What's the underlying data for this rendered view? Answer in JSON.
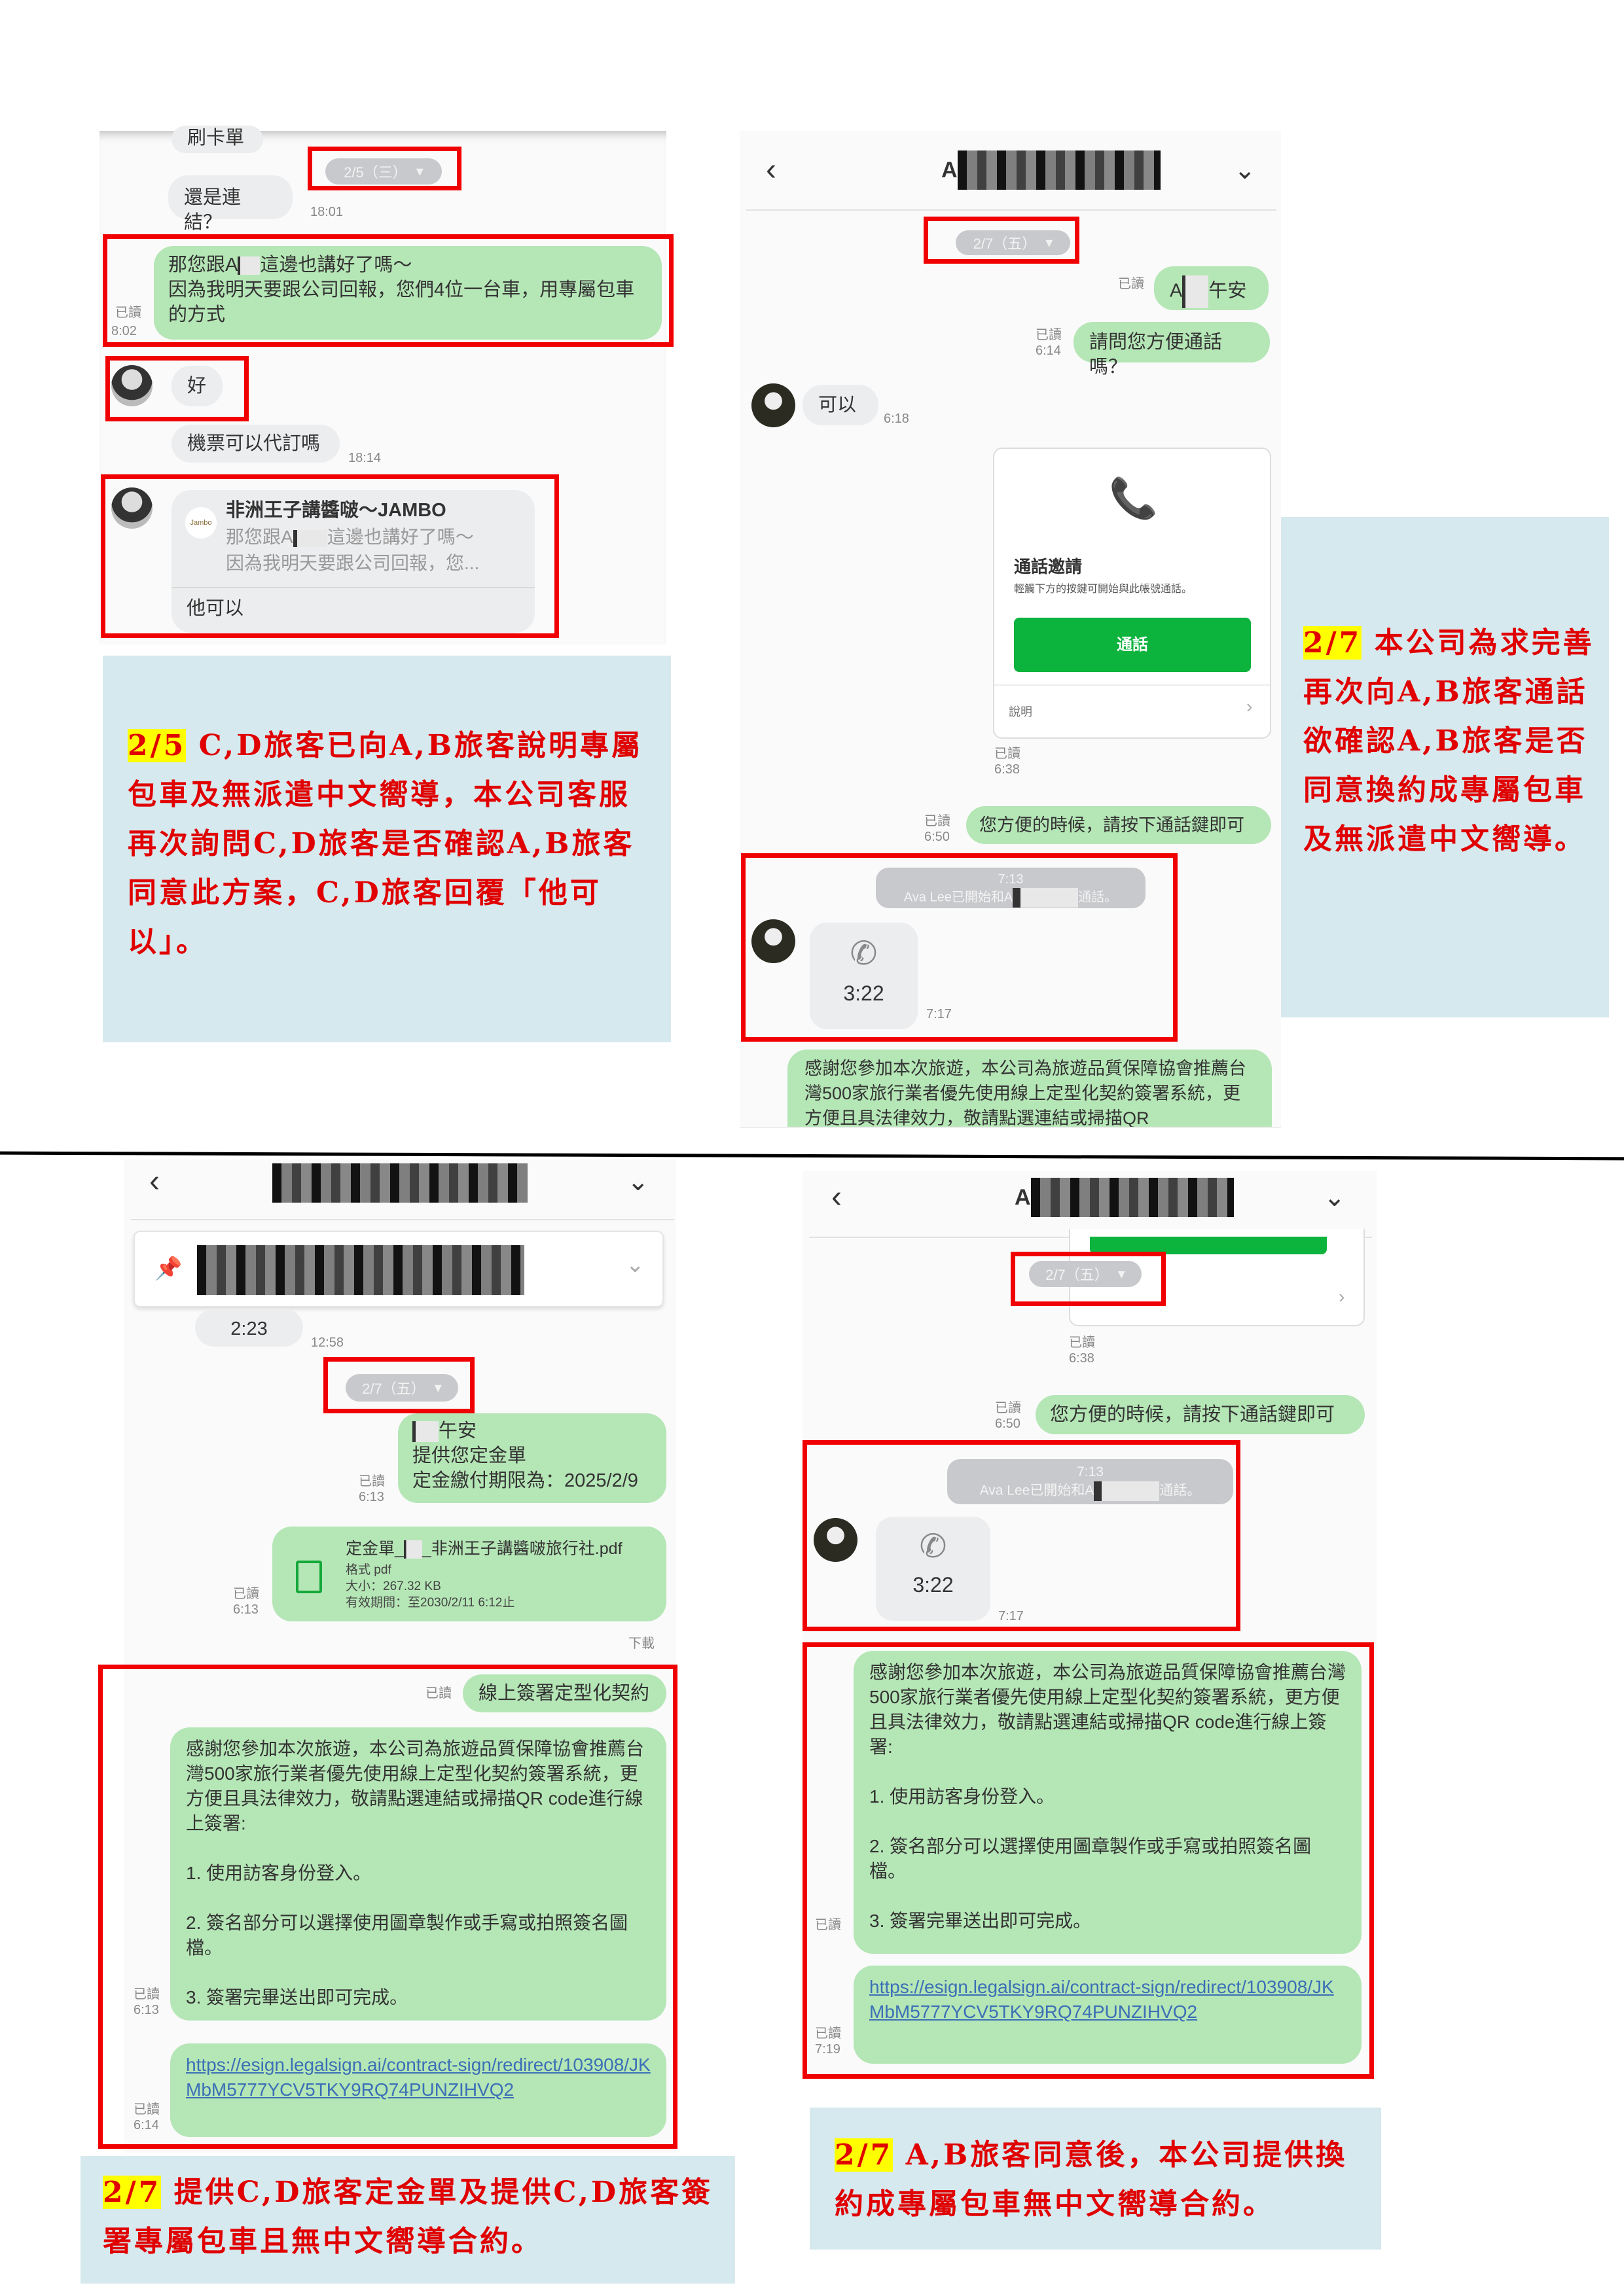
{
  "panel1": {
    "prev_bubble": "刷卡單",
    "date_pill": "2/5（三）",
    "msg_link_question": "還是連結？",
    "time_1801": "18:01",
    "green_line1_pre": "那您跟A",
    "green_line1_post": "這邊也講好了嗎～",
    "green_line2": "因為我明天要跟公司回報，您們4位一台車，用專屬包車的方式",
    "read": "已讀",
    "time_1802": "8:02",
    "reply_ok": "好",
    "msg_ticket": "機票可以代訂嗎",
    "time_1814": "18:14",
    "quote_title": "非洲王子講醬啵～JAMBO",
    "quote_logo": "Jambo",
    "quote_line1_pre": "那您跟A",
    "quote_line1_post": "這邊也講好了嗎～",
    "quote_line2": "因為我明天要跟公司回報，您...",
    "reply_text": "他可以"
  },
  "note1": {
    "date": "2/5",
    "text": " C,D旅客已向A,B旅客說明專屬包車及無派遣中文嚮導，本公司客服再次詢問C,D旅客是否確認A,B旅客同意此方案，C,D旅客回覆「他可以」。"
  },
  "panel2": {
    "title_prefix": "A",
    "date_pill": "2/7（五）",
    "read": "已讀",
    "greet_prefix": "A",
    "greet_suffix": "午安",
    "msg_call_ask": "請問您方便通話嗎？",
    "time_614": "6:14",
    "reply_ok": "可以",
    "time_618": "6:18",
    "invite_title": "通話邀請",
    "invite_desc": "輕觸下方的按鍵可開始與此帳號通話。",
    "invite_button": "通話",
    "invite_help": "說明",
    "time_638": "6:38",
    "msg_press_call": "您方便的時候，請按下通話鍵即可",
    "time_650": "6:50",
    "sys_time": "7:13",
    "sys_text_pre": "Ava Lee已開始和A",
    "sys_text_post": "通話。",
    "call_duration": "3:22",
    "time_717": "7:17",
    "contract_msg": "感謝您參加本次旅遊，本公司為旅遊品質保障協會推薦台灣500家旅行業者優先使用線上定型化契約簽署系統，更方便且具法律效力，敬請點選連結或掃描QR"
  },
  "note2": {
    "date": "2/7",
    "text": " 本公司為求完善再次向A,B旅客通話欲確認A,B旅客是否同意換約成專屬包車及無派遣中文嚮導。"
  },
  "panel3": {
    "prev_call": "2:23",
    "time_1258": "12:58",
    "date_pill": "2/7（五）",
    "read": "已讀",
    "greet_suffix": "午安",
    "deposit_line2": "提供您定金單",
    "deposit_line3": "定金繳付期限為：2025/2/9",
    "time_613": "6:13",
    "file_name_pre": "定金單_",
    "file_name_post": "_非洲王子講醬啵旅行社.pdf",
    "file_format": "格式 pdf",
    "file_size": "大小：267.32 KB",
    "file_expiry": "有效期間：至2030/2/11 6:12止",
    "download": "下載",
    "msg_sign": "線上簽署定型化契約",
    "contract_p1": "感謝您參加本次旅遊，本公司為旅遊品質保障協會推薦台灣500家旅行業者優先使用線上定型化契約簽署系統，更方便且具法律效力，敬請點選連結或掃描QR code進行線上簽署:",
    "step1": "1. 使用訪客身份登入。",
    "step2": "2. 簽名部分可以選擇使用圖章製作或手寫或拍照簽名圖檔。",
    "step3": "3. 簽署完畢送出即可完成。",
    "link": "https://esign.legalsign.ai/contract-sign/redirect/103908/JKMbM5777YCV5TKY9RQ74PUNZIHVQ2",
    "time_614": "6:14"
  },
  "note3": {
    "date": "2/7",
    "text": " 提供C,D旅客定金單及提供C,D旅客簽署專屬包車且無中文嚮導合約。"
  },
  "panel4": {
    "title_prefix": "A",
    "date_pill": "2/7（五）",
    "read": "已讀",
    "time_638": "6:38",
    "msg_press_call": "您方便的時候，請按下通話鍵即可",
    "time_650": "6:50",
    "sys_time": "7:13",
    "sys_text_pre": "Ava Lee已開始和A",
    "sys_text_post": "通話。",
    "call_duration": "3:22",
    "time_717": "7:17",
    "contract_p1": "感謝您參加本次旅遊，本公司為旅遊品質保障協會推薦台灣500家旅行業者優先使用線上定型化契約簽署系統，更方便且具法律效力，敬請點選連結或掃描QR code進行線上簽署:",
    "step1": "1. 使用訪客身份登入。",
    "step2": "2. 簽名部分可以選擇使用圖章製作或手寫或拍照簽名圖檔。",
    "step3": "3. 簽署完畢送出即可完成。",
    "link": "https://esign.legalsign.ai/contract-sign/redirect/103908/JKMbM5777YCV5TKY9RQ74PUNZIHVQ2",
    "time_719": "7:19"
  },
  "note4": {
    "date": "2/7",
    "text": " A,B旅客同意後，本公司提供換約成專屬包車無中文嚮導合約。"
  }
}
